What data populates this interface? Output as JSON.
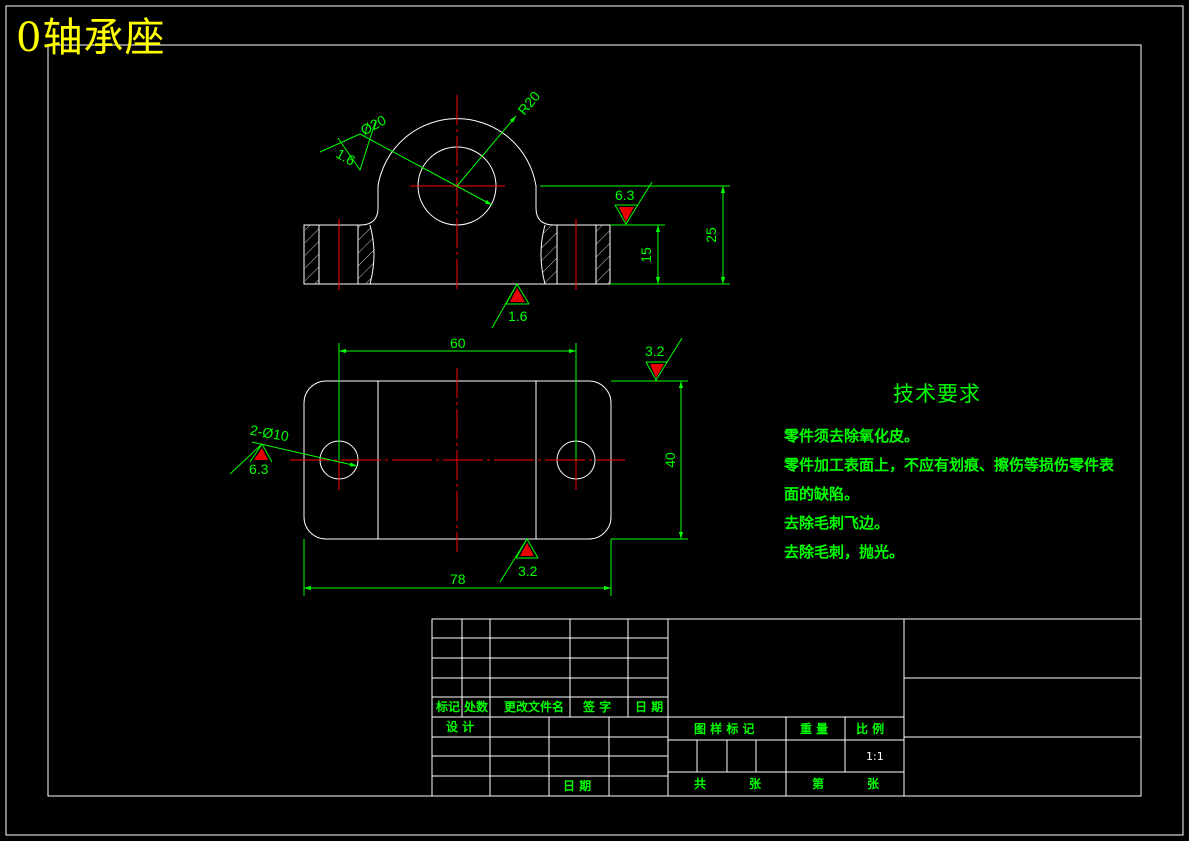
{
  "drawing_title": "0轴承座",
  "front_view": {
    "label_phi20": "Ø20",
    "label_r20": "R20",
    "roughness_bore": "1.6",
    "roughness_top": "6.3",
    "dim_height_15": "15",
    "dim_height_25": "25",
    "roughness_bottom": "1.6"
  },
  "top_view": {
    "dim_width_60": "60",
    "roughness_top": "3.2",
    "label_holes": "2-Ø10",
    "roughness_holes": "6.3",
    "dim_depth_40": "40",
    "roughness_bottom": "3.2",
    "dim_length_78": "78"
  },
  "tech_requirements": {
    "title": "技术要求",
    "items": [
      "零件须去除氧化皮。",
      "零件加工表面上，不应有划痕、擦伤等损伤零件表",
      "面的缺陷。",
      "去除毛刺飞边。",
      "去除毛刺，抛光。"
    ]
  },
  "title_block": {
    "mark": "标记",
    "count": "处数",
    "change_doc": "更改文件名",
    "signature": "签 字",
    "date": "日 期",
    "design": "设 计",
    "date2": "日 期",
    "stage_mark": "图 样 标 记",
    "weight": "重 量",
    "scale": "比 例",
    "scale_value": "1:1",
    "total": "共",
    "sheets": "张",
    "sheet_no": "第",
    "sheets2": "张"
  },
  "colors": {
    "outline": "#ffffff",
    "centerline": "#ff0000",
    "dimension": "#00ff00",
    "title": "#ffff00",
    "background": "#000000"
  }
}
